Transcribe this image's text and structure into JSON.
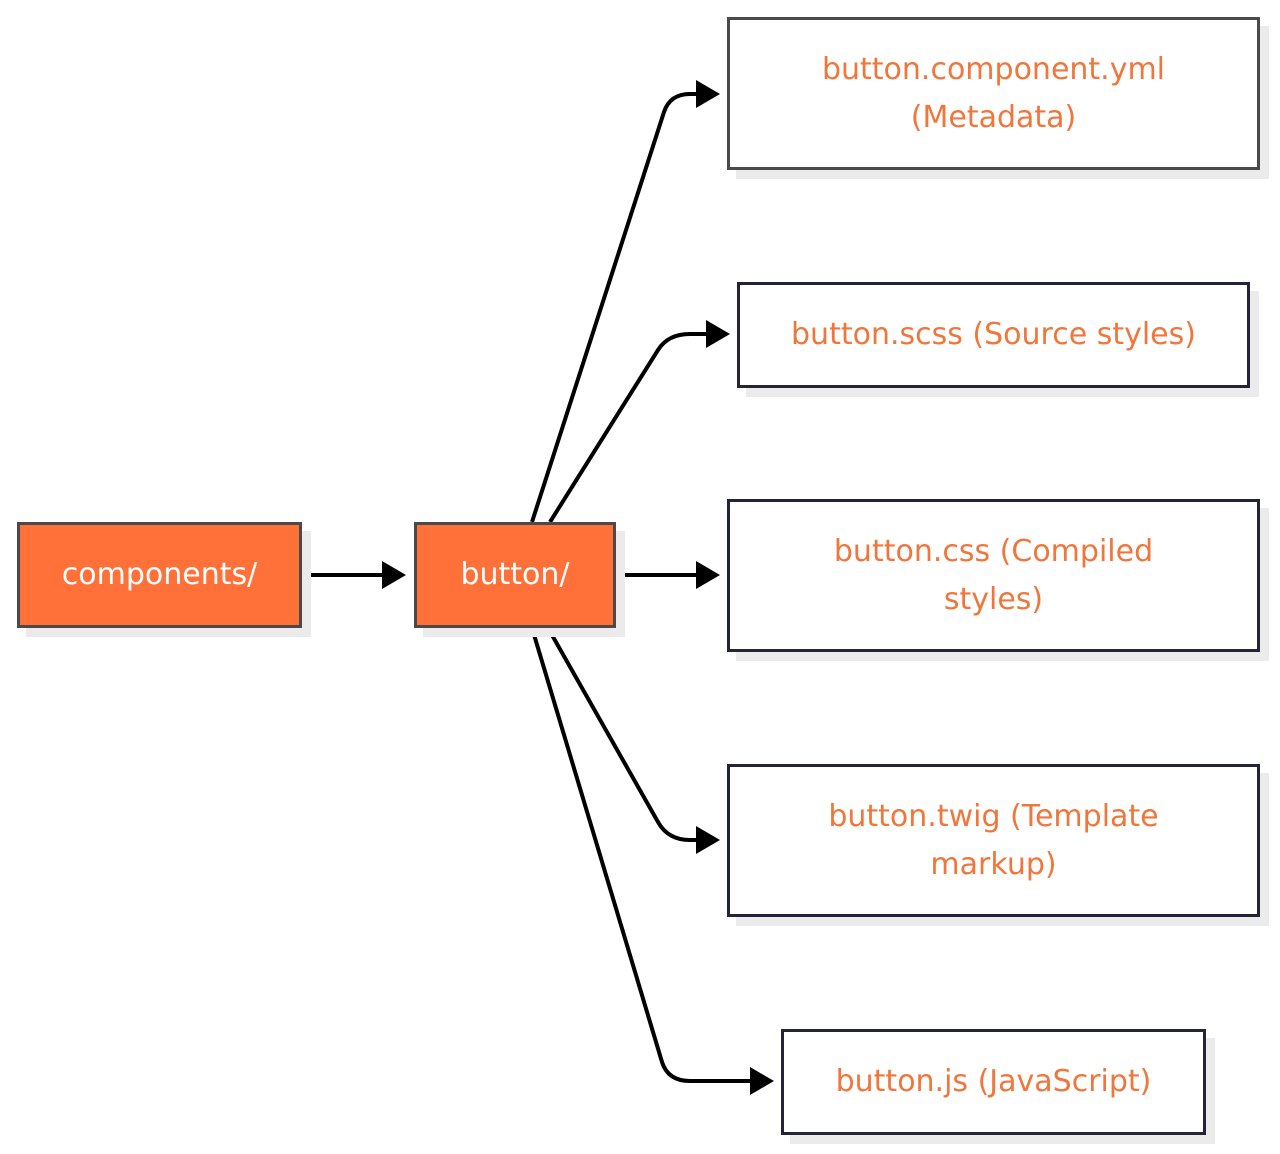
{
  "nodes": {
    "components": "components/",
    "button": "button/",
    "yml": "button.component.yml (Metadata)",
    "scss": "button.scss (Source styles)",
    "css": "button.css (Compiled styles)",
    "twig": "button.twig (Template markup)",
    "js": "button.js (JavaScript)"
  },
  "colors": {
    "accent": "#ff7139",
    "file_text": "#f0763b",
    "dir_border": "#4a4a4a",
    "file_border": "#23233a",
    "edge": "#000000"
  }
}
